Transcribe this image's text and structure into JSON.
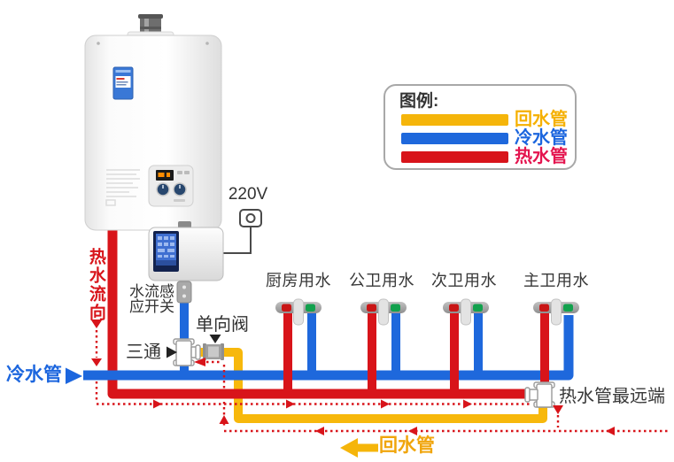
{
  "legend": {
    "title": "图例:",
    "items": [
      {
        "label": "回水管",
        "color": "#F5B50A",
        "text_color": "#F5B000"
      },
      {
        "label": "冷水管",
        "color": "#1E68DC",
        "text_color": "#1C66DE"
      },
      {
        "label": "热水管",
        "color": "#D8141A",
        "text_color": "#E4154F"
      }
    ]
  },
  "labels": {
    "power": "220V",
    "flow_sensor": "水流感\n应开关",
    "check_valve": "单向阀",
    "tee": "三通",
    "cold_pipe": "冷水管",
    "hot_flow_direction": "热水流向",
    "farthest_end": "热水管最远端",
    "return_pipe": "回水管"
  },
  "fixtures": [
    {
      "label": "厨房用水"
    },
    {
      "label": "公卫用水"
    },
    {
      "label": "次卫用水"
    },
    {
      "label": "主卫用水"
    }
  ],
  "colors": {
    "hot_pipe": "#D8141A",
    "cold_pipe": "#1E68DC",
    "return_pipe": "#F7B80C",
    "flow_dotted": "#D8141A",
    "faucet_body": "#a6a6a6",
    "faucet_hot_dot": "#c91616",
    "faucet_cold_dot": "#12a14d"
  }
}
